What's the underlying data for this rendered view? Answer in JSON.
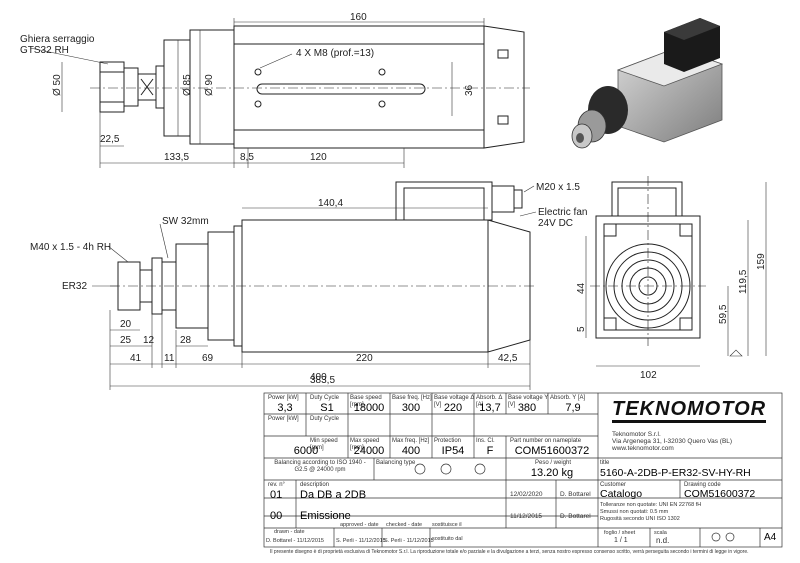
{
  "drawing": {
    "top_view": {
      "label_ring": [
        "Ghiera serraggio",
        "GTS32 RH"
      ],
      "dim_length": "160",
      "dim_holes": "4 X M8 (prof.=13)",
      "dim_d50": "Ø 50",
      "dim_d85": "Ø 85",
      "dim_d90": "Ø 90",
      "dim_36": "36",
      "dim_225": "22,5",
      "dim_1335": "133,5",
      "dim_85": "8,5",
      "dim_120": "120"
    },
    "side_view": {
      "dim_1404": "140,4",
      "label_m20": "M20 x 1.5",
      "label_fan": [
        "Electric fan",
        "24V DC"
      ],
      "label_sw": "SW 32mm",
      "label_m40": "M40 x 1.5 - 4h RH",
      "label_er": "ER32",
      "dim_20": "20",
      "dim_25": "25",
      "dim_12": "12",
      "dim_28": "28",
      "dim_41": "41",
      "dim_11": "11",
      "dim_69": "69",
      "dim_220": "220",
      "dim_425": "42,5",
      "dim_400": "400",
      "dim_3835": "383,5"
    },
    "front_view": {
      "dim_159": "159",
      "dim_1195": "119,5",
      "dim_595": "59,5",
      "dim_44": "44",
      "dim_5": "5",
      "dim_102": "102"
    }
  },
  "title_block": {
    "specs_row1": {
      "headers": [
        "Power [kW]",
        "Duty Cycle",
        "Base speed [rpm]",
        "Base freq. [Hz]",
        "Base voltage Δ [V]",
        "Absorb. Δ [A]",
        "Base voltage Y [V]",
        "Absorb. Y [A]"
      ],
      "values": [
        "3,3",
        "S1",
        "18000",
        "300",
        "220",
        "13,7",
        "380",
        "7,9"
      ]
    },
    "specs_row2": {
      "headers": [
        "Power [kW]",
        "Duty Cycle",
        "Min speed [rpm]",
        "Max speed [rpm]",
        "Max freq. [Hz]",
        "Protection",
        "Ins. Cl.",
        "Part number on nameplate"
      ],
      "values": [
        "",
        "",
        "6000",
        "24000",
        "400",
        "IP54",
        "F",
        "COM51600372"
      ]
    },
    "balancing_label": "Balancing according to ISO 1940 - G2.5 @ 24000 rpm",
    "balancing_type_label": "Balancing type",
    "weight_label": "Peso / weight",
    "weight_value": "13.20 kg",
    "company": {
      "logo": "TEKNOMOTOR",
      "name": "Teknomotor S.r.l.",
      "address": "Via Argenega 31, I-32030 Quero Vas (BL)",
      "web": "www.teknomotor.com"
    },
    "title_label": "title",
    "title_value": "5160-A-2DB-P-ER32-SV-HY-RH",
    "revisions": {
      "headers": [
        "rev. n°",
        "description"
      ],
      "rows": [
        {
          "rev": "01",
          "desc": "Da DB a 2DB",
          "date": "12/02/2020",
          "by": "D. Bottarel"
        },
        {
          "rev": "00",
          "desc": "Emissione",
          "date": "11/12/2015",
          "by": "D. Bottarel"
        }
      ]
    },
    "customer_label": "Customer",
    "customer_value": "Catalogo",
    "drawing_code_label": "Drawing code",
    "drawing_code_value": "COM51600372",
    "tolerances": [
      "Tolleranze non quotate: UNI EN 22768 fH",
      "Smussi non quotati: 0.5 mm",
      "Rugosità secondo UNI ISO 1302"
    ],
    "drawn_label": "drawn - date",
    "drawn_value": "D. Bottarel - 11/12/2015",
    "approved_label": "approved - date",
    "approved_value": "S. Perli - 11/12/2015",
    "checked_label": "checked - date",
    "checked_value": "S. Perli - 11/12/2015",
    "replaces_label": "sostituisce il",
    "replaced_label": "sostituito dal",
    "sheet_label": "foglio / sheet",
    "sheet_value": "1 / 1",
    "scale_label": "scala",
    "scale_value": "n.d.",
    "format_value": "A4",
    "footer": "Il presente disegno è di proprietà esclusiva di Teknomotor S.r.l. La riproduzione totale e/o parziale e la divulgazione a terzi, senza nostro espresso consenso scritto, verrà perseguita secondo i termini di legge in vigore."
  }
}
